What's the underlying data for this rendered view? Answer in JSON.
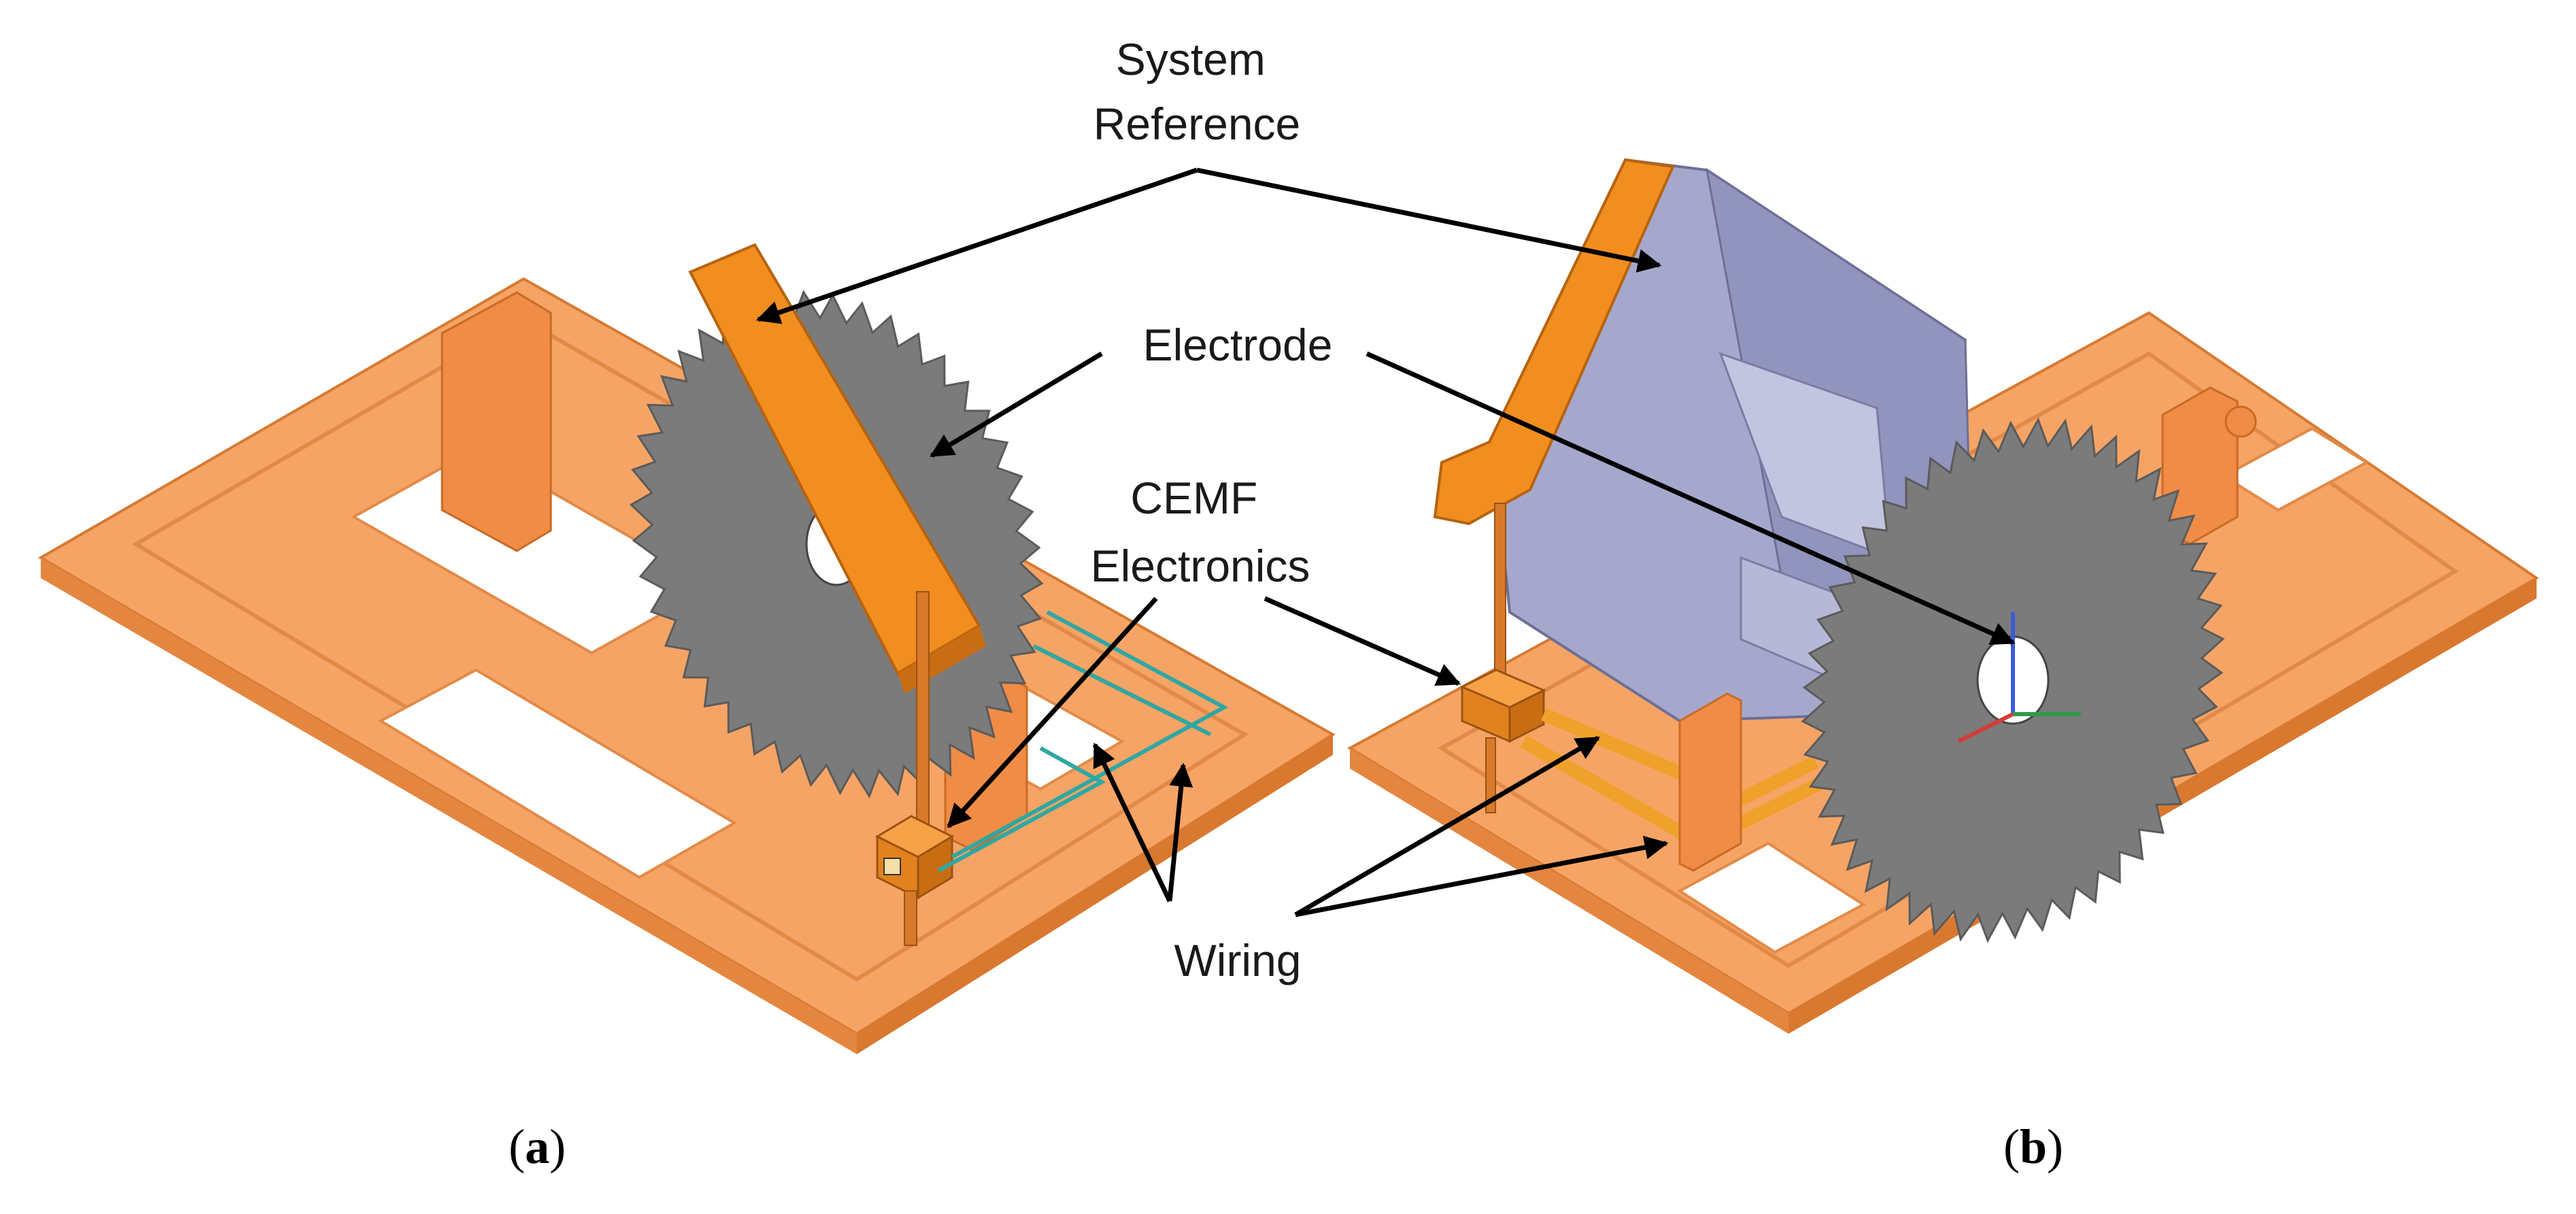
{
  "figure": {
    "labels": {
      "system_reference": [
        "System",
        "Reference"
      ],
      "electrode": "Electrode",
      "cemf_electronics": [
        "CEMF",
        "Electronics"
      ],
      "wiring": "Wiring"
    },
    "panels": [
      {
        "id": "a",
        "caption_open": "(",
        "caption_letter": "a",
        "caption_close": ")"
      },
      {
        "id": "b",
        "caption_open": "(",
        "caption_letter": "b",
        "caption_close": ")"
      }
    ],
    "colors": {
      "base_plate": "#f6a465",
      "base_shade": "#e48640",
      "blade": "#7b7b7b",
      "reference_plate": "#f18e1f",
      "housing": "#a5a8cc",
      "wiring_teal": "#2fa7a3",
      "arrow": "#000000"
    }
  }
}
